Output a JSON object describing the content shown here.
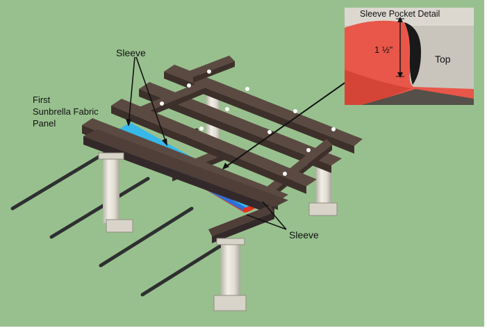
{
  "labels": {
    "sleeve_top": "Sleeve",
    "first_panel_line1": "First",
    "first_panel_line2": "Sunbrella Fabric",
    "first_panel_line3": "Panel",
    "sleeve_bottom": "Sleeve"
  },
  "inset": {
    "title": "Sleeve Pocket Detail",
    "measurement": "1 ½\"",
    "top_label": "Top"
  },
  "colors": {
    "background": "#98c08e",
    "timber": "#4a3a34",
    "column": "#e6e3da",
    "fabric_red": "#e23322",
    "fabric_blue": "#2f6fd8",
    "fabric_yellow": "#f2e23a",
    "fabric_cyan": "#37b8e8",
    "inset_fabric": "#e8574a"
  }
}
